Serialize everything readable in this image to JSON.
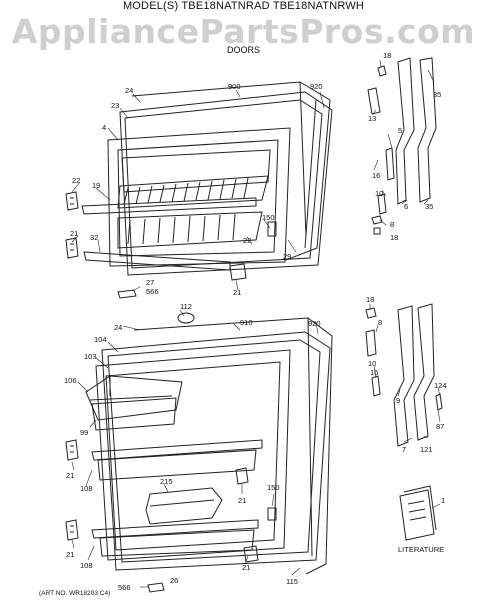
{
  "header": {
    "model_title": "MODEL(S) TBE18NATNRAD TBE18NATNRWH",
    "watermark": "AppliancePartsPros.com",
    "section_title": "DOORS"
  },
  "callouts": {
    "c18a": "18",
    "c900": "900",
    "c920a": "920",
    "c35a": "35",
    "c24a": "24",
    "c23": "23",
    "c13": "13",
    "c5": "5",
    "c4": "4",
    "c22a": "22",
    "c19": "19",
    "c16a": "16",
    "c10": "10",
    "c6": "6",
    "c35b": "35",
    "c150a": "150",
    "c8a": "8",
    "c21a": "21",
    "c32": "32",
    "c22b": "22",
    "c18b": "18",
    "c29": "29",
    "c27": "27",
    "c566a": "566",
    "c21b": "21",
    "c112": "112",
    "c18c": "18",
    "c24b": "24",
    "c910": "910",
    "c920b": "920",
    "c8b": "8",
    "c104": "104",
    "c103": "103",
    "c10b": "10",
    "c106": "106",
    "c16b": "16",
    "c124": "124",
    "c99": "99",
    "c9": "9",
    "c87": "87",
    "c21c": "21",
    "c108a": "108",
    "c7": "7",
    "c121": "121",
    "c215": "215",
    "c21d": "21",
    "c150b": "150",
    "c1": "1",
    "c21e": "21",
    "c108b": "108",
    "c21f": "21",
    "c566b": "566",
    "c26": "26",
    "c115": "115"
  },
  "literature_label": "LITERATURE",
  "art_number": "(ART NO. WR18203 C4)"
}
